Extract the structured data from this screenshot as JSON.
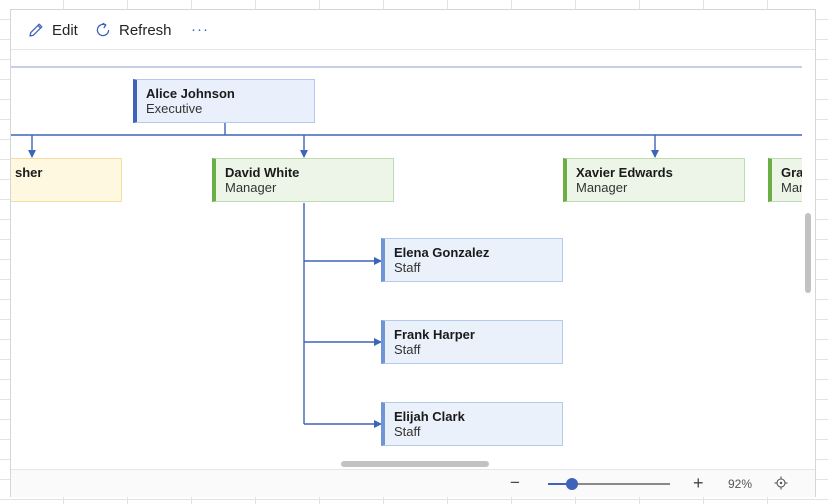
{
  "toolbar": {
    "edit_label": "Edit",
    "refresh_label": "Refresh",
    "more_label": "···"
  },
  "org_chart": {
    "executive": {
      "name": "Alice Johnson",
      "role": "Executive"
    },
    "managers": [
      {
        "name": "sher",
        "role": ""
      },
      {
        "name": "David White",
        "role": "Manager"
      },
      {
        "name": "Xavier Edwards",
        "role": "Manager"
      },
      {
        "name": "Gra",
        "role": "Mar"
      }
    ],
    "staff": [
      {
        "name": "Elena Gonzalez",
        "role": "Staff"
      },
      {
        "name": "Frank Harper",
        "role": "Staff"
      },
      {
        "name": "Elijah Clark",
        "role": "Staff"
      }
    ]
  },
  "statusbar": {
    "zoom_out_label": "−",
    "zoom_in_label": "+",
    "zoom_text": "92%",
    "zoom_level": 0.2
  },
  "colors": {
    "connector": "#3e63b8",
    "executive_accent": "#3e63b8",
    "manager_accent": "#6cae46",
    "staff_accent": "#6f95d7"
  },
  "icons": [
    "pencil-icon",
    "refresh-icon",
    "more-icon",
    "fit-to-screen-icon"
  ]
}
